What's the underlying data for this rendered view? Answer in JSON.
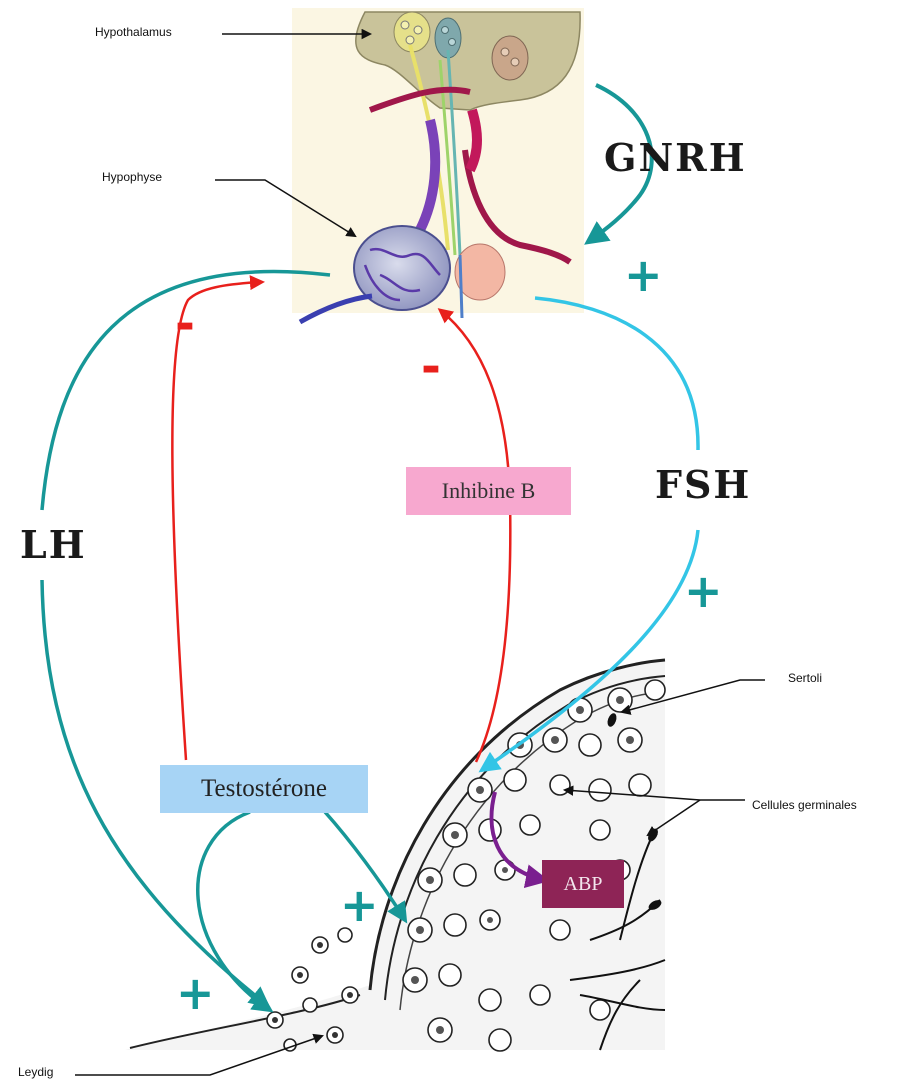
{
  "labels": {
    "hypothalamus": "Hypothalamus",
    "hypophyse": "Hypophyse",
    "sertoli": "Sertoli",
    "cellules_germinales": "Cellules germinales",
    "leydig": "Leydig"
  },
  "hormones": {
    "gnrh": "GNRH",
    "lh": "LH",
    "fsh": "FSH"
  },
  "boxes": {
    "inhibine": "Inhibine B",
    "testosterone": "Testostérone",
    "abp": "ABP"
  },
  "signs": {
    "plus": "+",
    "minus": "-"
  },
  "colors": {
    "teal": "#179797",
    "cyan": "#33c5e6",
    "red": "#e8201c",
    "purple": "#7a1f8f",
    "inhibine_box": "#f7a8cf",
    "testosterone_box": "#a7d4f5",
    "abp_box": "#8e2456",
    "brain_bg": "#fbf6e3"
  }
}
